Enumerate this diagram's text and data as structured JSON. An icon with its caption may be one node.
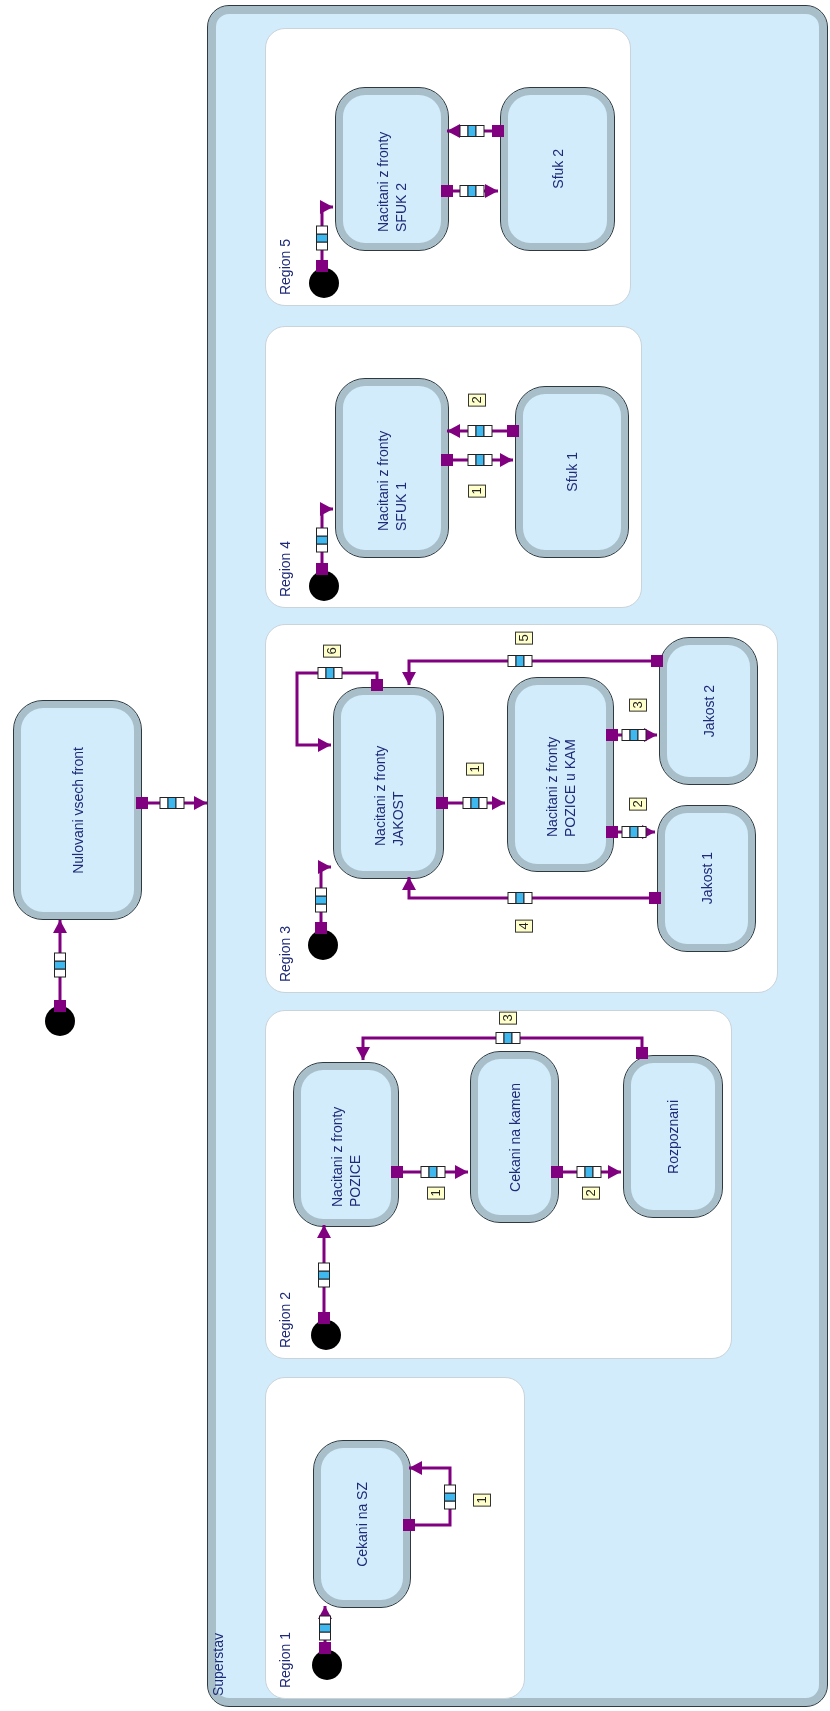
{
  "diagram": {
    "nodes": [
      {
        "text": [
          "Nulovani vsech front"
        ]
      },
      {
        "text": [],
        "shape": "circle"
      },
      {
        "text": [
          "Superstav"
        ]
      },
      {
        "text": [
          "Region 1"
        ],
        "in": 2
      },
      {
        "text": [],
        "shape": "circle",
        "in": 3
      },
      {
        "text": [
          "Cekani na SZ"
        ],
        "in": 3
      },
      {
        "text": [
          "Region 2"
        ],
        "in": 2
      },
      {
        "text": [],
        "shape": "circle",
        "in": 6
      },
      {
        "text": [
          "Nacitani z fronty POZICE"
        ],
        "in": 6
      },
      {
        "text": [
          "Cekani na kamen"
        ],
        "in": 6
      },
      {
        "text": [
          "Rozpoznani"
        ],
        "in": 6
      },
      {
        "text": [
          "Region 3"
        ],
        "in": 2
      },
      {
        "text": [],
        "shape": "circle",
        "in": 11
      },
      {
        "text": [
          "Nacitani z fronty JAKOST"
        ],
        "in": 11
      },
      {
        "text": [
          "Nacitani z fronty POZICE u KAM"
        ],
        "in": 11
      },
      {
        "text": [
          "Jakost 1"
        ],
        "in": 11
      },
      {
        "text": [
          "Jakost 2"
        ],
        "in": 11
      },
      {
        "text": [
          "Region 4"
        ],
        "in": 2
      },
      {
        "text": [],
        "shape": "circle",
        "in": 17
      },
      {
        "text": [
          "Nacitani z fronty SFUK 1"
        ],
        "in": 17
      },
      {
        "text": [
          "Sfuk 1"
        ],
        "in": 17
      },
      {
        "text": [
          "Region 5"
        ],
        "in": 2
      },
      {
        "text": [],
        "shape": "circle",
        "in": 21
      },
      {
        "text": [
          "Nacitani z fronty SFUK 2"
        ],
        "in": 21
      },
      {
        "text": [
          "Sfuk 2"
        ],
        "in": 21
      }
    ],
    "edges": [
      {
        "from": 1,
        "to": 0,
        "arrow": "to"
      },
      {
        "from": 0,
        "to": 2,
        "arrow": "to"
      },
      {
        "from": 4,
        "to": 5,
        "arrow": "to"
      },
      {
        "from": 5,
        "to": 5,
        "arrow": "to",
        "label": "1"
      },
      {
        "from": 7,
        "to": 8,
        "arrow": "to"
      },
      {
        "from": 8,
        "to": 9,
        "arrow": "to",
        "label": "1"
      },
      {
        "from": 9,
        "to": 10,
        "arrow": "to",
        "label": "2"
      },
      {
        "from": 10,
        "to": 8,
        "arrow": "to",
        "label": "3"
      },
      {
        "from": 12,
        "to": 13,
        "arrow": "to"
      },
      {
        "from": 13,
        "to": 14,
        "arrow": "to",
        "label": "1"
      },
      {
        "from": 14,
        "to": 15,
        "arrow": "to",
        "label": "2"
      },
      {
        "from": 14,
        "to": 16,
        "arrow": "to",
        "label": "3"
      },
      {
        "from": 15,
        "to": 13,
        "arrow": "to",
        "label": "4"
      },
      {
        "from": 16,
        "to": 13,
        "arrow": "to",
        "label": "5"
      },
      {
        "from": 13,
        "to": 13,
        "arrow": "to",
        "label": "6"
      },
      {
        "from": 18,
        "to": 19,
        "arrow": "to"
      },
      {
        "from": 19,
        "to": 20,
        "arrow": "to",
        "label": "1"
      },
      {
        "from": 20,
        "to": 19,
        "arrow": "to",
        "label": "2"
      },
      {
        "from": 22,
        "to": 23,
        "arrow": "to"
      },
      {
        "from": 23,
        "to": 24,
        "arrow": "to"
      },
      {
        "from": 24,
        "to": 23,
        "arrow": "to"
      }
    ]
  }
}
